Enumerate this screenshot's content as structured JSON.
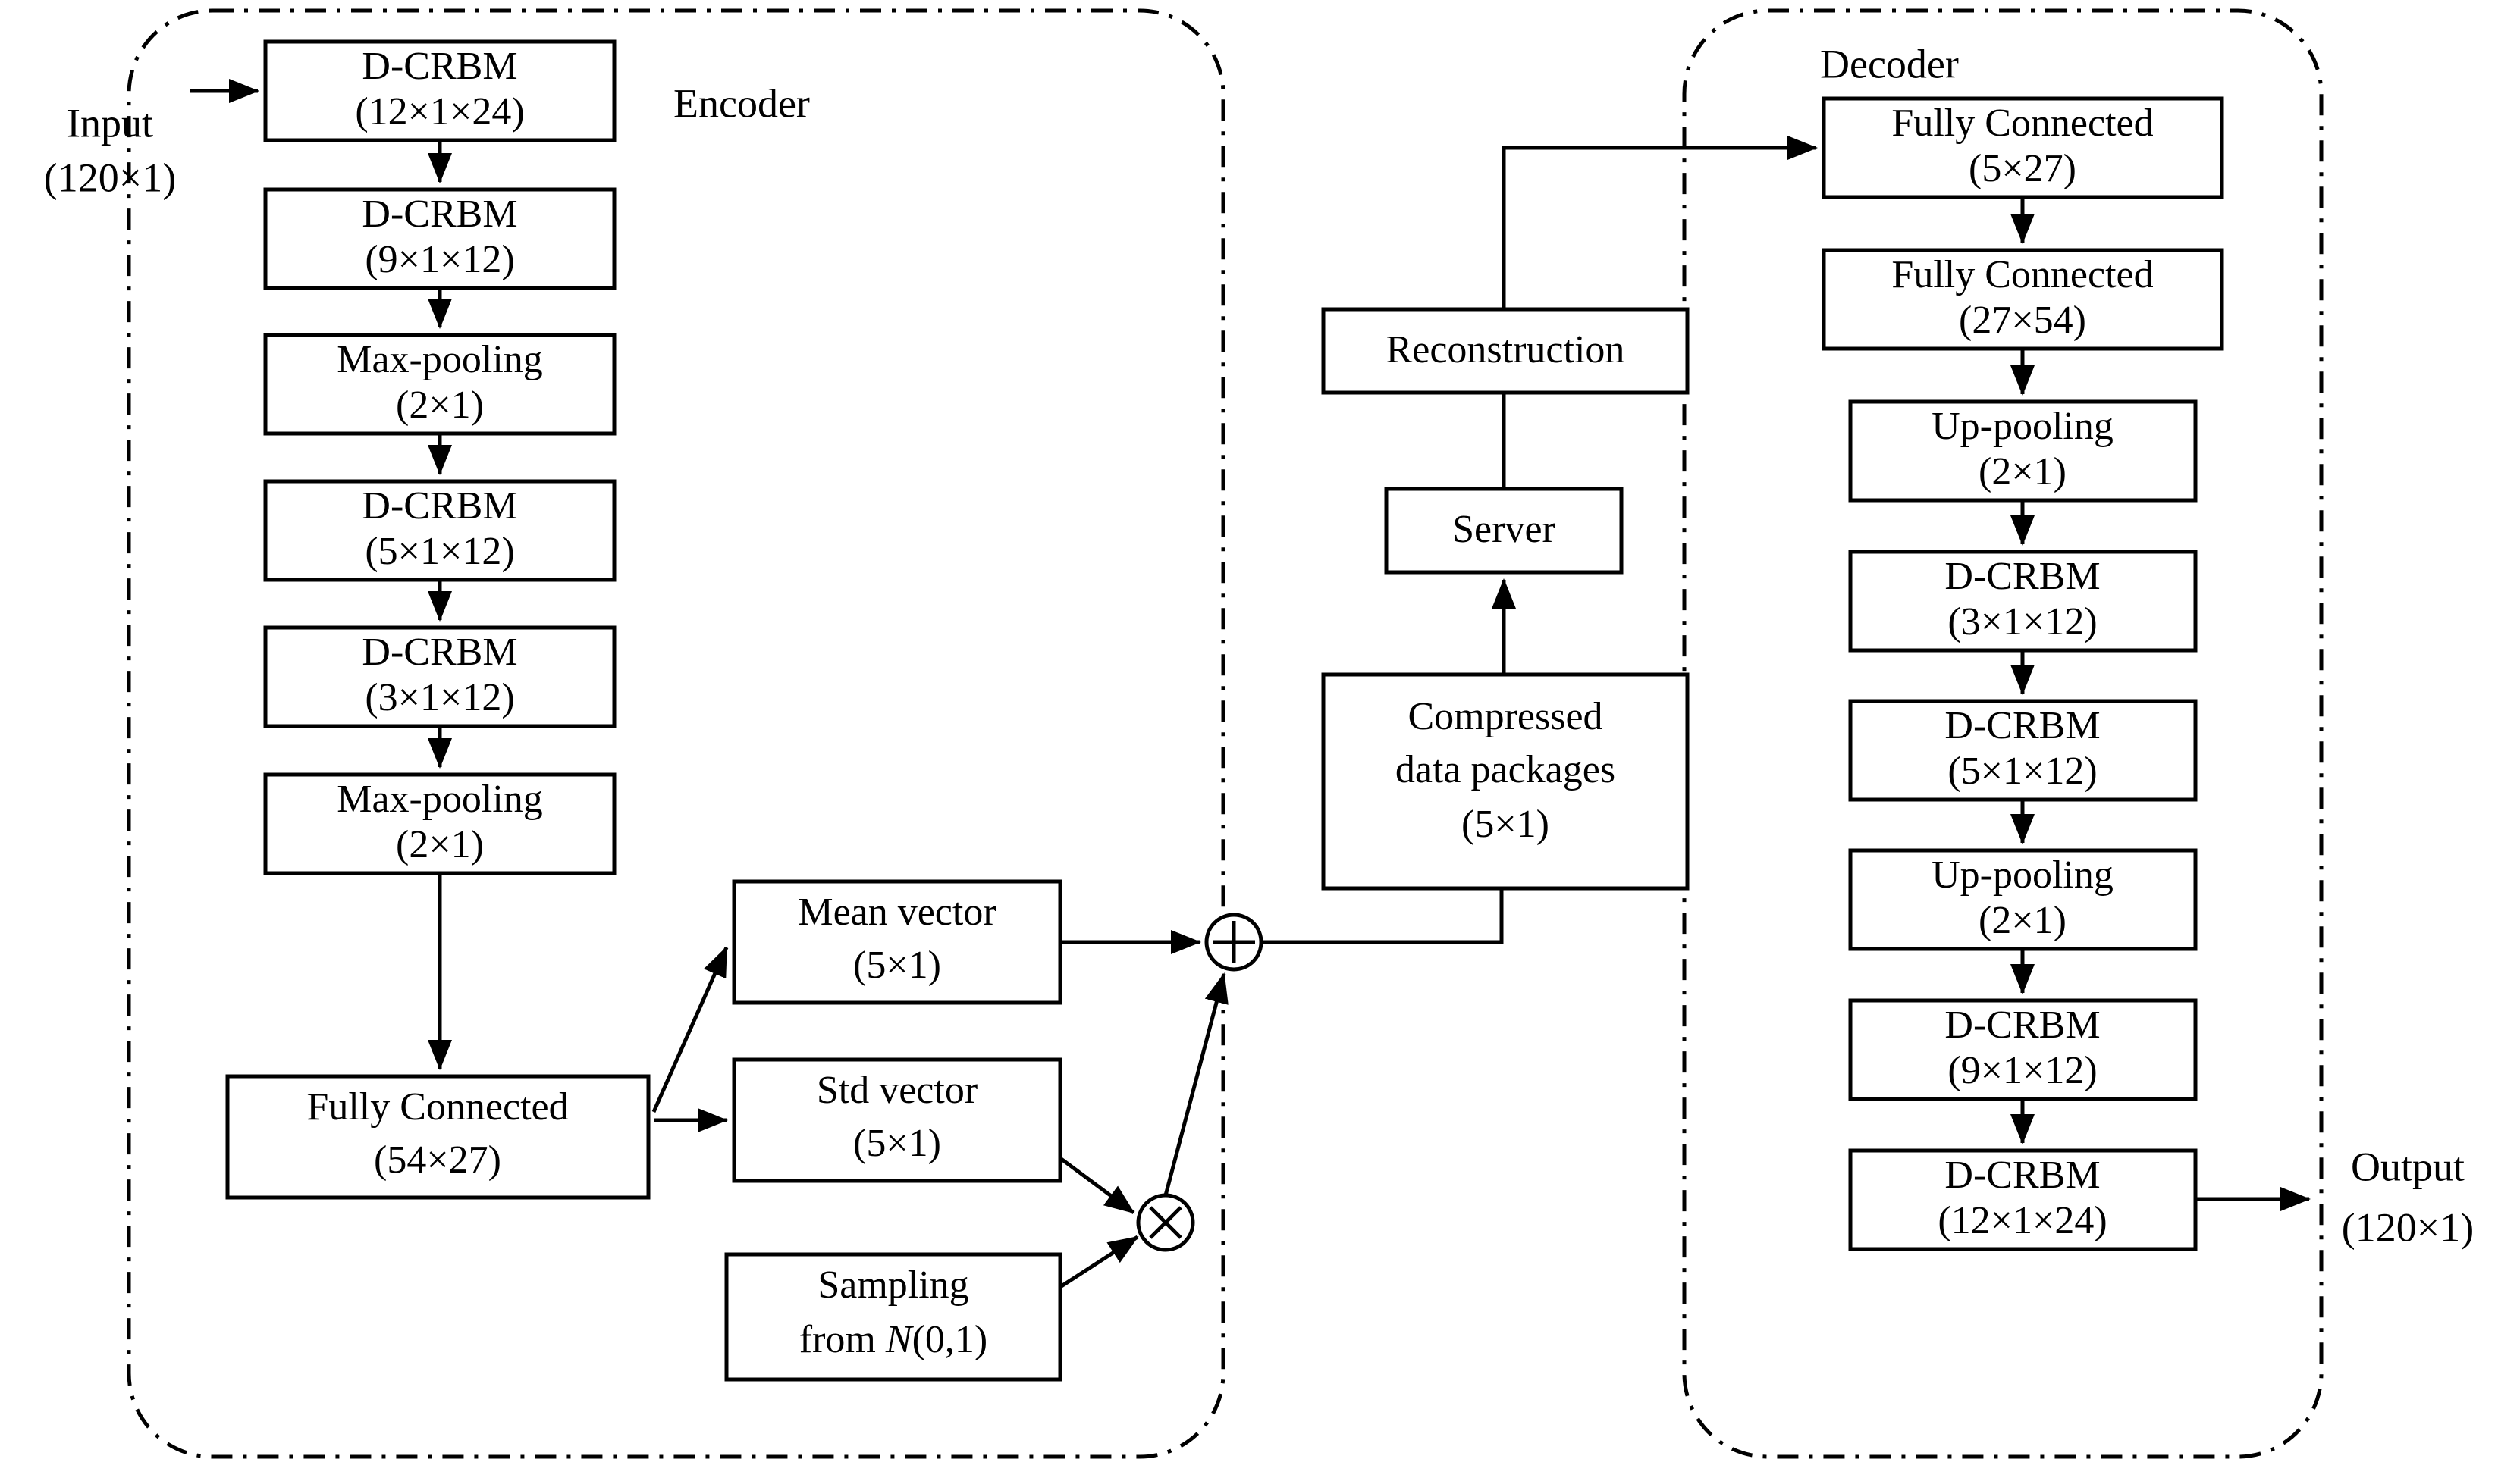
{
  "diagram": {
    "title_encoder": "Encoder",
    "title_decoder": "Decoder",
    "input_label_line1": "Input",
    "input_label_line2": "(120×1)",
    "output_label_line1": "Output",
    "output_label_line2": "(120×1)",
    "operators": {
      "add": "+",
      "multiply": "×"
    },
    "encoder_blocks": [
      {
        "name": "D-CRBM",
        "shape": "(12×1×24)"
      },
      {
        "name": "D-CRBM",
        "shape": "(9×1×12)"
      },
      {
        "name": "Max-pooling",
        "shape": "(2×1)"
      },
      {
        "name": "D-CRBM",
        "shape": "(5×1×12)"
      },
      {
        "name": "D-CRBM",
        "shape": "(3×1×12)"
      },
      {
        "name": "Max-pooling",
        "shape": "(2×1)"
      },
      {
        "name": "Fully Connected",
        "shape": "(54×27)"
      }
    ],
    "latent_blocks": [
      {
        "name": "Mean vector",
        "shape": "(5×1)"
      },
      {
        "name": "Std vector",
        "shape": "(5×1)"
      },
      {
        "name": "Sampling",
        "shape": "from N(0,1)"
      }
    ],
    "middle_blocks": [
      {
        "name": "Reconstruction",
        "shape": ""
      },
      {
        "name": "Server",
        "shape": ""
      },
      {
        "name": "Compressed\ndata packages",
        "shape": "(5×1)"
      }
    ],
    "middle_text": {
      "reconstruction": "Reconstruction",
      "server": "Server",
      "compressed_l1": "Compressed",
      "compressed_l2": "data packages",
      "compressed_l3": "(5×1)"
    },
    "sampling_text": {
      "line1": "Sampling",
      "line2_pre": "from ",
      "line2_var": "N",
      "line2_post": "(0,1)"
    },
    "decoder_blocks": [
      {
        "name": "Fully Connected",
        "shape": "(5×27)"
      },
      {
        "name": "Fully Connected",
        "shape": "(27×54)"
      },
      {
        "name": "Up-pooling",
        "shape": "(2×1)"
      },
      {
        "name": "D-CRBM",
        "shape": "(3×1×12)"
      },
      {
        "name": "D-CRBM",
        "shape": "(5×1×12)"
      },
      {
        "name": "Up-pooling",
        "shape": "(2×1)"
      },
      {
        "name": "D-CRBM",
        "shape": "(9×1×12)"
      },
      {
        "name": "D-CRBM",
        "shape": "(12×1×24)"
      }
    ],
    "colors": {
      "stroke": "#000000",
      "fill": "#ffffff",
      "background": "#ffffff"
    }
  }
}
